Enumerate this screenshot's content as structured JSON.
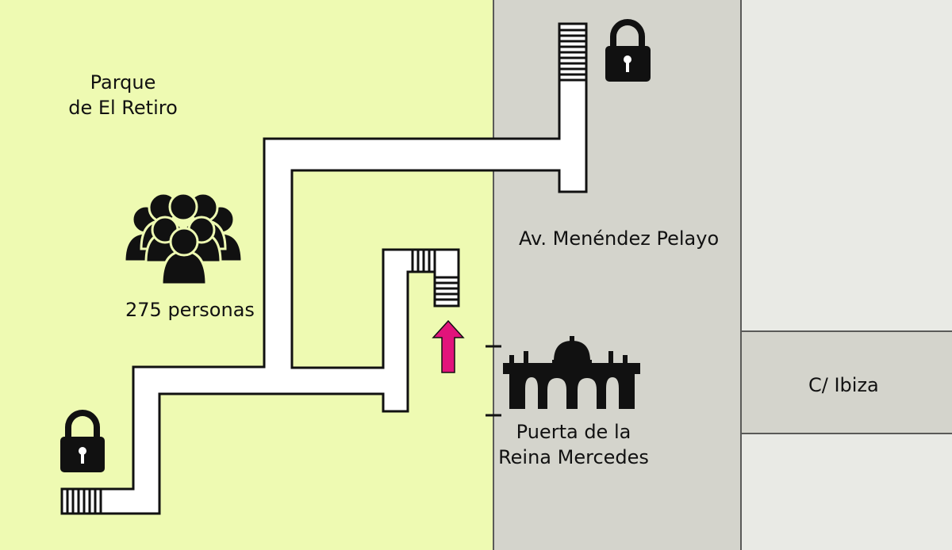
{
  "colors": {
    "park": "#eefab2",
    "avenue": "#d4d4cc",
    "block": "#e9eae5",
    "street_line": "#5a5a58",
    "tunnel_fill": "#ffffff",
    "tunnel_stroke": "#111111",
    "icon": "#111111",
    "arrow": "#e2137b"
  },
  "labels": {
    "park_line1": "Parque",
    "park_line2": "de El Retiro",
    "crowd_count": "275 personas",
    "avenue": "Av. Menéndez Pelayo",
    "gate_line1": "Puerta de la",
    "gate_line2": "Reina Mercedes",
    "street": "C/ Ibiza"
  },
  "icons": {
    "crowd": "crowd-icon",
    "lock": "padlock-icon",
    "gate": "puerta-monument-icon",
    "arrow": "up-arrow-icon",
    "stairs": "stairs-icon"
  }
}
